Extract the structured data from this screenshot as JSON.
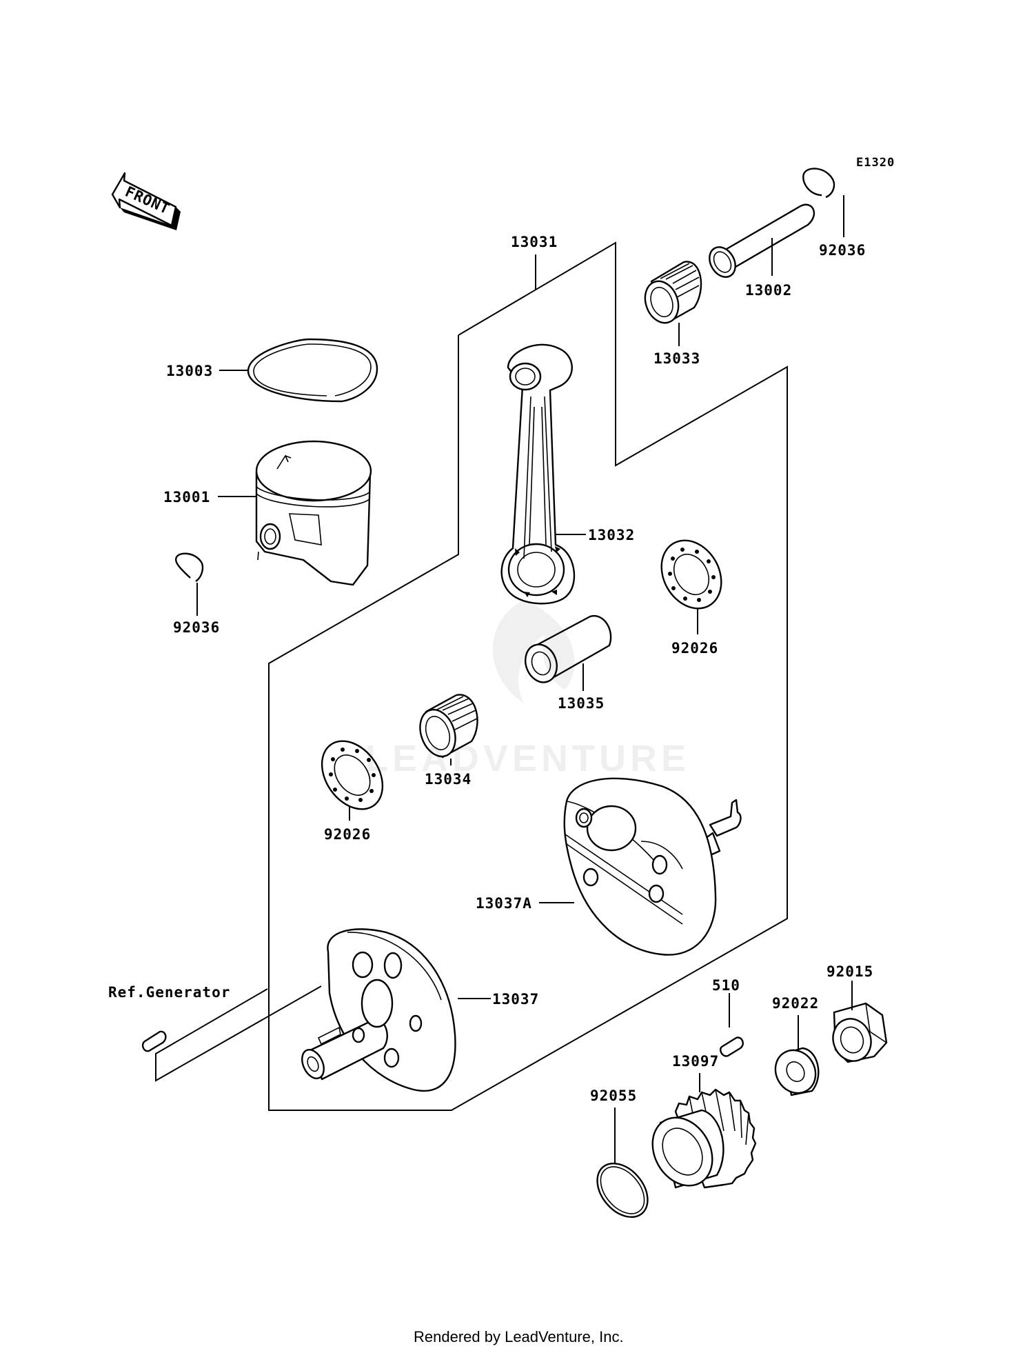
{
  "drawing_code": "E1320",
  "front_label": "FRONT",
  "ref_generator": "Ref.Generator",
  "watermark": "LEADVENTURE",
  "footer": "Rendered by LeadVenture, Inc.",
  "callouts": {
    "piston_ring": "13003",
    "piston": "13001",
    "snap_ring_left": "92036",
    "snap_ring_right": "92036",
    "piston_pin": "13002",
    "small_end_bearing": "13033",
    "conrod_assembly": "13031",
    "connecting_rod": "13032",
    "crank_pin": "13035",
    "washer_right": "92026",
    "washer_left": "92026",
    "big_end_bearing": "13034",
    "crank_half_right": "13037A",
    "crank_half_left": "13037",
    "key": "510",
    "collar": "92022",
    "nut": "92015",
    "gear": "13097",
    "o_ring": "92055"
  }
}
